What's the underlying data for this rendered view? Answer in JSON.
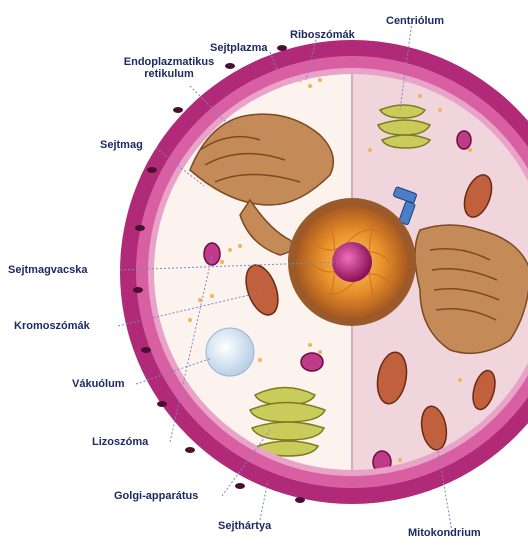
{
  "labels": {
    "riboszomak": "Riboszómák",
    "centriolum": "Centriólum",
    "sejtplazma": "Sejtplazma",
    "endoplazmatikus_1": "Endoplazmatikus",
    "endoplazmatikus_2": "retikulum",
    "sejtmag": "Sejtmag",
    "sejtmagvacska": "Sejtmagvacska",
    "kromoszomak": "Kromoszómák",
    "vakuolum": "Vákuólum",
    "lizoszoma": "Lizoszóma",
    "golgi": "Golgi-apparátus",
    "sejthartya": "Sejthártya",
    "mitokondrium": "Mitokondrium"
  },
  "colors": {
    "membrane_outer": "#b02a78",
    "membrane_inner": "#d95fa3",
    "cytoplasm_left": "#fdf3ee",
    "cytoplasm_right": "#f0d5dc",
    "nucleus_envelope": "#9a5a2a",
    "nucleus_inner": "#e8902a",
    "nucleolus": "#c0207a",
    "er": "#b57b4e",
    "golgi": "#c9cc5a",
    "mito": "#c0603c",
    "label_text": "#1d2a63",
    "leader_line": "#7a86c8"
  }
}
